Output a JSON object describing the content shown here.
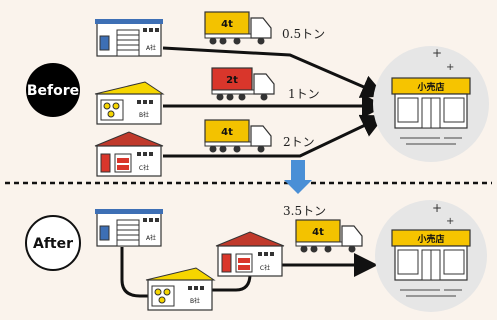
{
  "before": {
    "label": "Before",
    "companies": [
      {
        "sign": "A社",
        "roof_color": "#3d6fb5",
        "truck_tag": "4t",
        "tag_color": "#f3c200",
        "load": "0.5トン"
      },
      {
        "sign": "B社",
        "roof_color": "#f6d600",
        "truck_tag": "2t",
        "tag_color": "#d9362b",
        "load": "1トン"
      },
      {
        "sign": "C社",
        "roof_color": "#c0392b",
        "truck_tag": "4t",
        "tag_color": "#f3c200",
        "load": "2トン"
      }
    ]
  },
  "after": {
    "label": "After",
    "companies": [
      {
        "sign": "A社",
        "roof_color": "#3d6fb5"
      },
      {
        "sign": "B社",
        "roof_color": "#f6d600"
      },
      {
        "sign": "C社",
        "roof_color": "#c0392b"
      }
    ],
    "truck_tag": "4t",
    "tag_color": "#f3c200",
    "load": "3.5トン"
  },
  "store": {
    "sign": "小売店",
    "sign_color": "#f6c400"
  },
  "arrow_color": "#4a8fd6"
}
